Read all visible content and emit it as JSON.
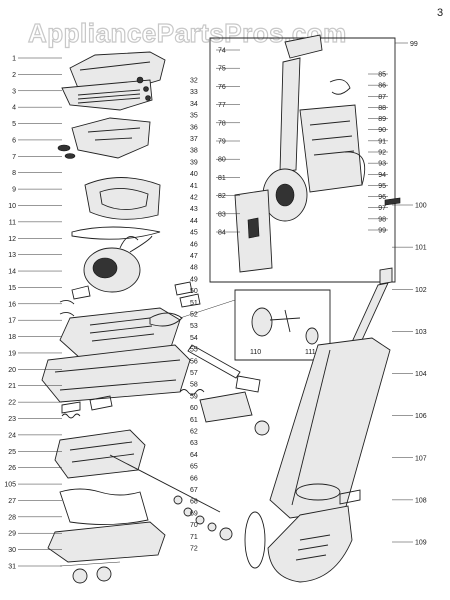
{
  "watermark": "AppliancePartsPros.com",
  "corner_mark": "3",
  "inset_number": "99",
  "callouts_left": [
    "1",
    "2",
    "3",
    "4",
    "5",
    "6",
    "7",
    "8",
    "9",
    "10",
    "11",
    "12",
    "13",
    "14",
    "15",
    "16",
    "17",
    "18",
    "19",
    "20",
    "21",
    "22",
    "23",
    "24",
    "25",
    "26",
    "105",
    "27",
    "28",
    "29",
    "30",
    "31"
  ],
  "callouts_mid": [
    "32",
    "33",
    "34",
    "35",
    "36",
    "37",
    "38",
    "39",
    "40",
    "41",
    "42",
    "43",
    "44",
    "45",
    "46",
    "47",
    "48",
    "49",
    "50",
    "51",
    "52",
    "53",
    "54",
    "55",
    "56",
    "57",
    "58",
    "59",
    "60",
    "61",
    "62",
    "63",
    "64",
    "65",
    "66",
    "67",
    "68",
    "69",
    "70",
    "71",
    "72"
  ],
  "callouts_inset_left": [
    "74",
    "75",
    "76",
    "77",
    "78",
    "79",
    "80",
    "81",
    "82",
    "83",
    "84"
  ],
  "callouts_inset_right": [
    "85",
    "86",
    "87",
    "88",
    "89",
    "90",
    "91",
    "92",
    "93",
    "94",
    "95",
    "96",
    "97",
    "98",
    "99"
  ],
  "callouts_right": [
    "100",
    "101",
    "102",
    "103",
    "104",
    "106",
    "107",
    "108",
    "109"
  ],
  "callouts_detail": [
    "110",
    "111"
  ],
  "colors": {
    "line": "#222222",
    "watermark_stroke": "#c8c8c8",
    "background": "#ffffff"
  }
}
